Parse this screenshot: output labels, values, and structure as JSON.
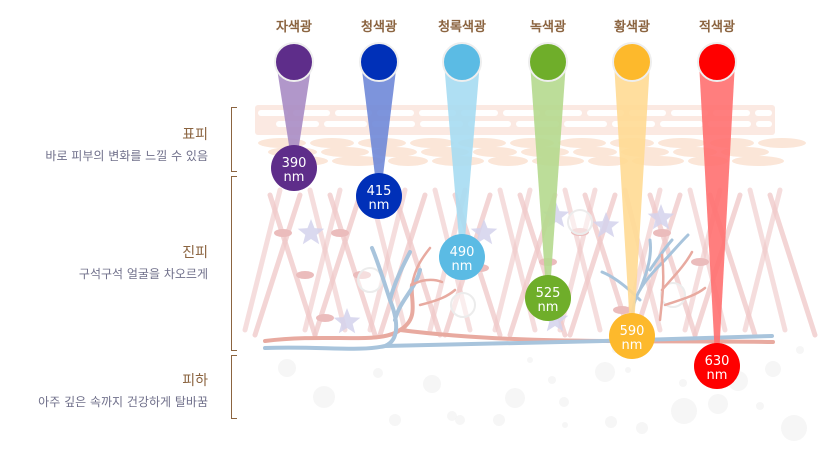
{
  "lights": [
    {
      "name": "자색광",
      "wavelength": "390",
      "unit": "nm",
      "color": "#5e2d8a",
      "beam": "#a98cc4",
      "depth_layer": "epidermis"
    },
    {
      "name": "청색광",
      "wavelength": "415",
      "unit": "nm",
      "color": "#0030b8",
      "beam": "#6f88d8",
      "depth_layer": "upper-dermis"
    },
    {
      "name": "청록색광",
      "wavelength": "490",
      "unit": "nm",
      "color": "#5bbbe4",
      "beam": "#a6dcf2",
      "depth_layer": "dermis"
    },
    {
      "name": "녹색광",
      "wavelength": "525",
      "unit": "nm",
      "color": "#6fae2a",
      "beam": "#b5d98e",
      "depth_layer": "dermis"
    },
    {
      "name": "황색광",
      "wavelength": "590",
      "unit": "nm",
      "color": "#fdb92c",
      "beam": "#ffda94",
      "depth_layer": "lower-dermis"
    },
    {
      "name": "적색광",
      "wavelength": "630",
      "unit": "nm",
      "color": "#ff0000",
      "beam": "#ff7070",
      "depth_layer": "hypodermis"
    }
  ],
  "layers": [
    {
      "name": "표피",
      "desc": "바로 피부의 변화를 느낄 수 있음"
    },
    {
      "name": "진피",
      "desc": "구석구석 얼굴을 차오르게"
    },
    {
      "name": "피하",
      "desc": "아주 깊은 속까지 건강하게 탈바꿈"
    }
  ],
  "colors": {
    "label_brown": "#8b6440",
    "desc_gray": "#6f6f8a",
    "collagen_pink": "#f0c8c8",
    "vessel_blue": "#a8c4dc",
    "vessel_red": "#e8aaa0",
    "cell_beige": "#fbe6d8",
    "star_cell": "#d4d2ec"
  }
}
